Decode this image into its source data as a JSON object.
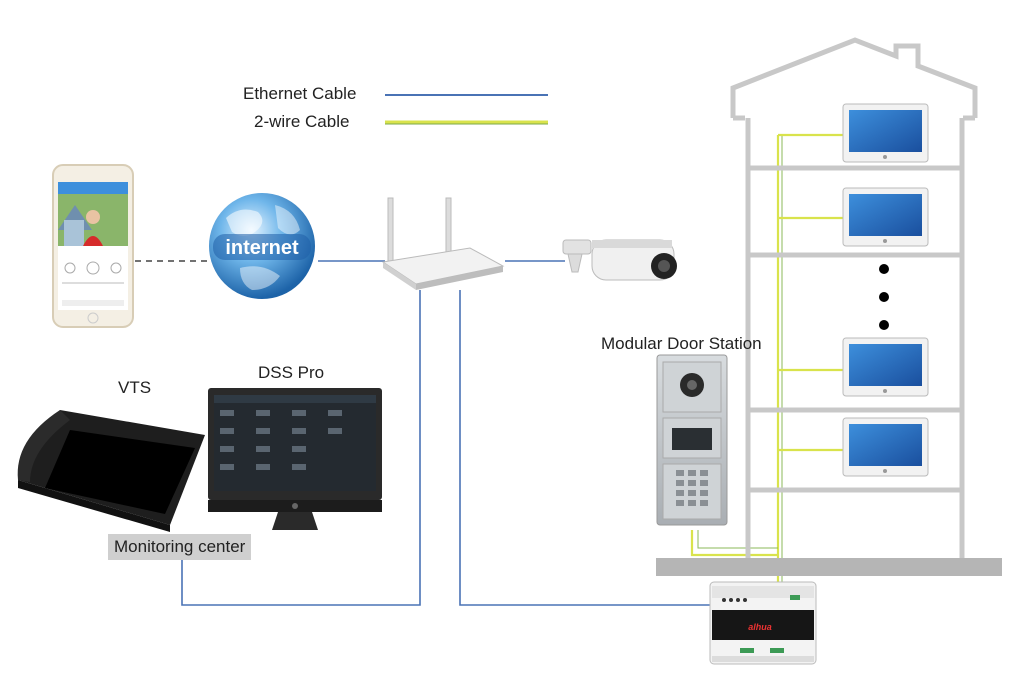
{
  "legend": {
    "ethernet_label": "Ethernet Cable",
    "two_wire_label": "2-wire Cable",
    "ethernet_color": "#4a73b5",
    "two_wire_color": "#d9e34c"
  },
  "devices": {
    "internet_label": "internet",
    "vts_label": "VTS",
    "dss_label": "DSS Pro",
    "monitoring_center_label": "Monitoring center",
    "door_station_label": "Modular Door Station",
    "switch_brand": "alhua"
  },
  "colors": {
    "globe_blue": "#2a7bc6",
    "building_outline": "#c8c8c8",
    "ground": "#b5b5b5"
  }
}
